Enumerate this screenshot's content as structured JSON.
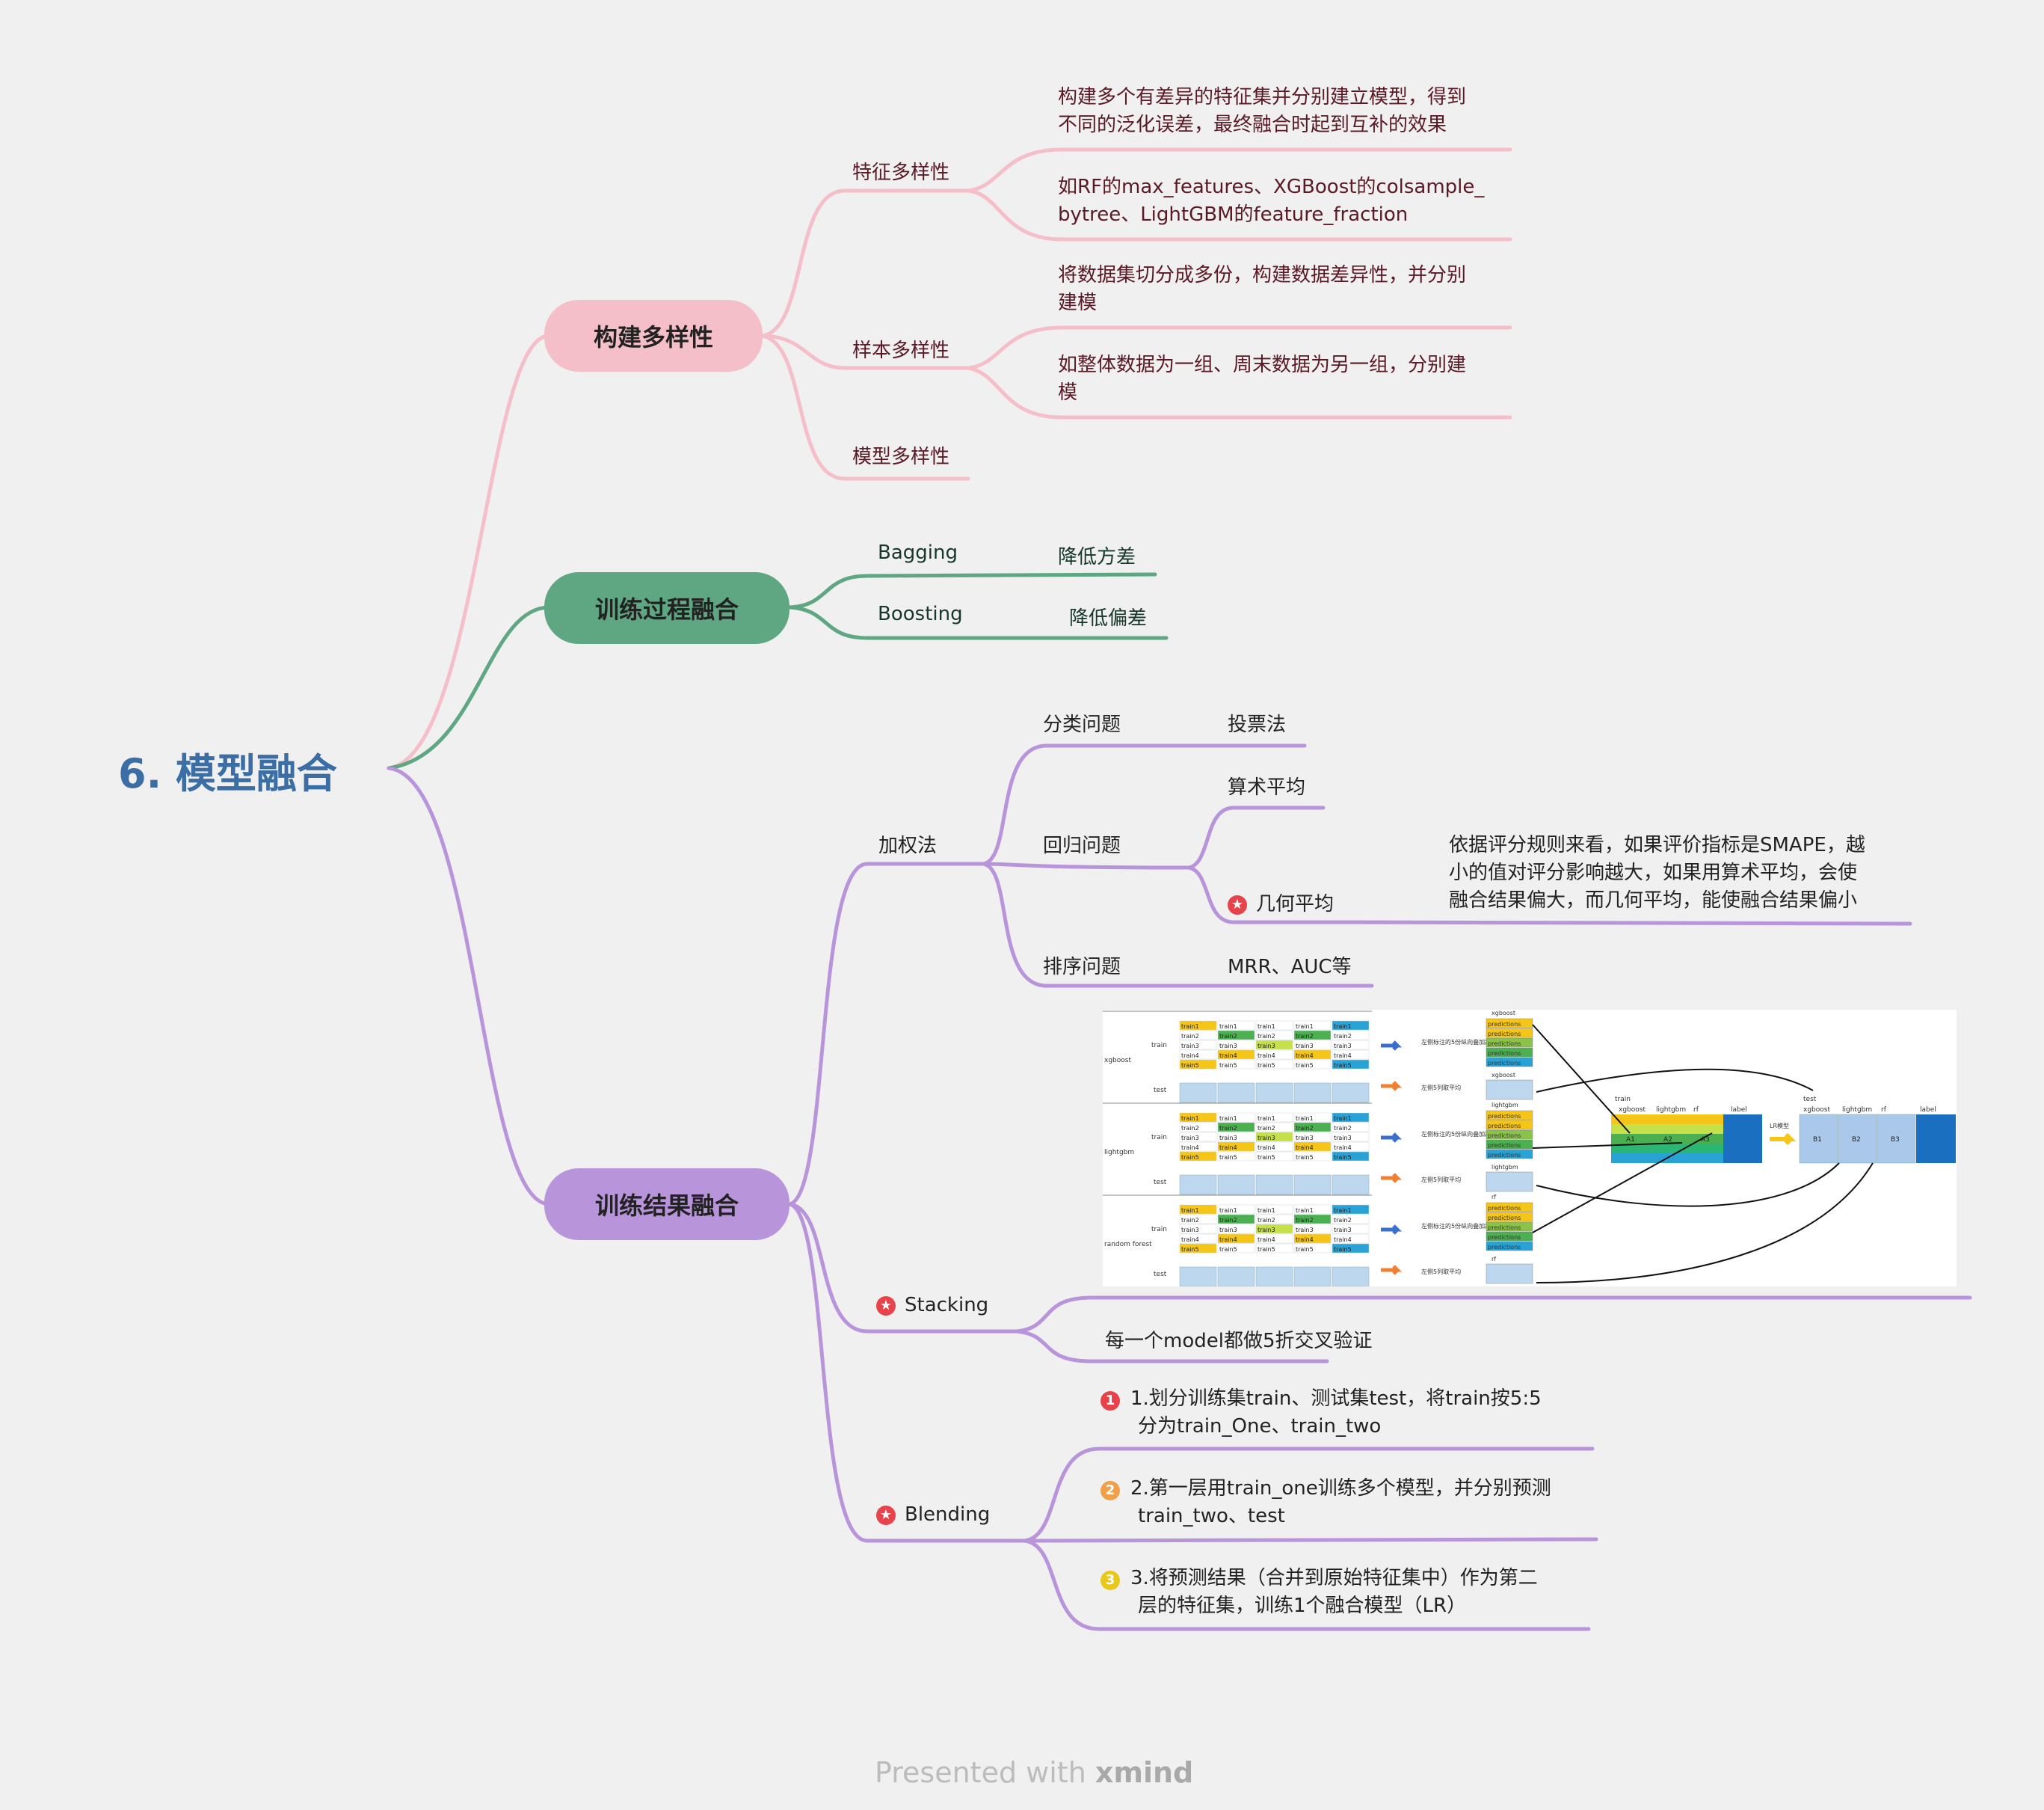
{
  "root": {
    "label": "6.  模型融合"
  },
  "branches": {
    "diversity": {
      "label": "构建多样性",
      "feature": {
        "label": "特征多样性",
        "note1": [
          "构建多个有差异的特征集并分别建立模型，得到",
          "不同的泛化误差，最终融合时起到互补的效果"
        ],
        "note2": [
          "如RF的max_features、XGBoost的colsample_",
          "bytree、LightGBM的feature_fraction"
        ]
      },
      "sample": {
        "label": "样本多样性",
        "note1": [
          "将数据集切分成多份，构建数据差异性，并分别",
          "建模"
        ],
        "note2": [
          "如整体数据为一组、周末数据为另一组，分别建",
          "模"
        ]
      },
      "model": {
        "label": "模型多样性"
      }
    },
    "training": {
      "label": "训练过程融合",
      "bagging": {
        "label": "Bagging",
        "effect": "降低方差"
      },
      "boosting": {
        "label": "Boosting",
        "effect": "降低偏差"
      }
    },
    "result": {
      "label": "训练结果融合",
      "weighted": {
        "label": "加权法",
        "classification": {
          "label": "分类问题",
          "method": "投票法"
        },
        "regression": {
          "label": "回归问题",
          "arith": "算术平均",
          "geo": "几何平均",
          "geo_note": [
            "依据评分规则来看，如果评价指标是SMAPE，越",
            "小的值对评分影响越大，如果用算术平均，会使",
            "融合结果偏大，而几何平均，能使融合结果偏小"
          ]
        },
        "ranking": {
          "label": "排序问题",
          "method": "MRR、AUC等"
        }
      },
      "stacking": {
        "label": "Stacking",
        "note": "每一个model都做5折交叉验证"
      },
      "blending": {
        "label": "Blending",
        "steps": [
          {
            "num": "1",
            "lines": [
              "1.划分训练集train、测试集test，将train按5:5",
              "分为train_One、train_two"
            ]
          },
          {
            "num": "2",
            "lines": [
              "2.第一层用train_one训练多个模型，并分别预测",
              "train_two、test"
            ]
          },
          {
            "num": "3",
            "lines": [
              "3.将预测结果（合并到原始特征集中）作为第二",
              "层的特征集，训练1个融合模型（LR）"
            ]
          }
        ]
      }
    }
  },
  "stack_image": {
    "models": [
      "xgboost",
      "lightgbm",
      "random forest"
    ],
    "folds": [
      "train1",
      "train2",
      "train3",
      "train4",
      "train5"
    ],
    "train_label": "train",
    "test_label": "test",
    "pred_label": "predictions",
    "stack_note": "左侧标注的5份纵向叠加起来",
    "avg_note": "左侧5列取平均",
    "lr_label": "LR模型",
    "mid_headers": [
      "xgboost",
      "lightgbm",
      "rf",
      "label"
    ],
    "mid_values": [
      "A1",
      "A2",
      "A3"
    ],
    "right_headers": [
      "xgboost",
      "lightgbm",
      "rf",
      "label"
    ],
    "right_values": [
      "B1",
      "B2",
      "B3"
    ],
    "mid_title": "train",
    "right_title": "test"
  },
  "colors": {
    "pink": "#f4bfc8",
    "green": "#5fa683",
    "purple": "#b894da",
    "root": "#3b6ea5"
  },
  "footer": {
    "prefix": "Presented with ",
    "brand": "xmind"
  }
}
